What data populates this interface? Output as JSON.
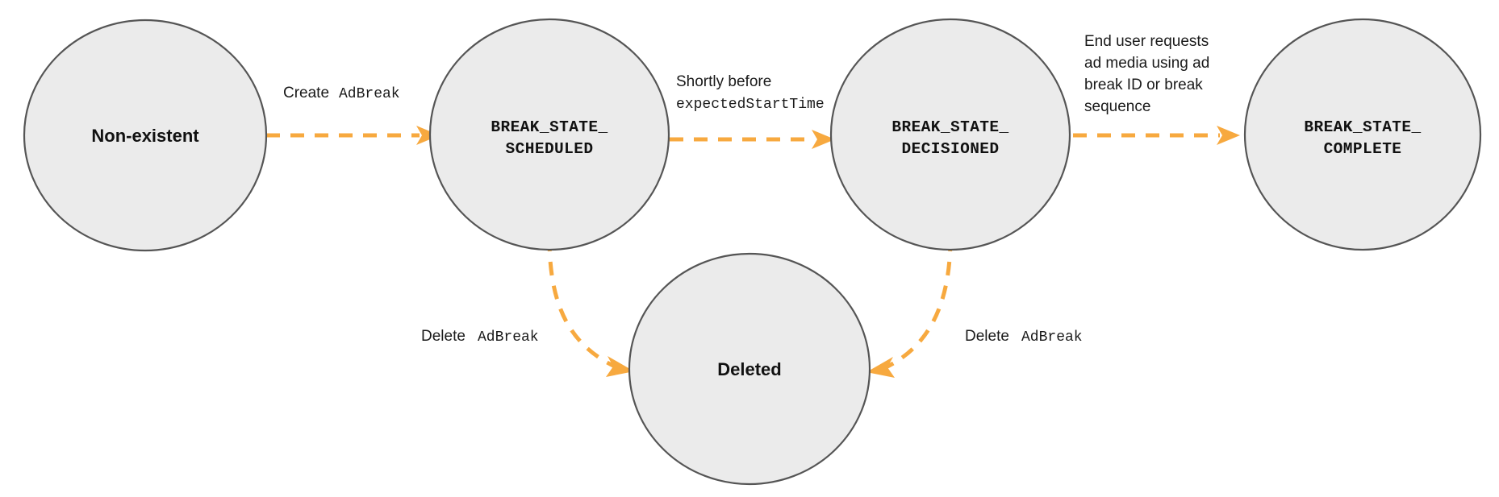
{
  "diagram": {
    "title": "AdBreak state transition diagram",
    "colors": {
      "node_fill": "#ebebeb",
      "node_stroke": "#555555",
      "edge": "#f7a93f",
      "text": "#111111",
      "background": "#ffffff"
    },
    "nodes": [
      {
        "id": "non-existent",
        "lines": [
          "Non-existent"
        ],
        "style": "sans"
      },
      {
        "id": "break-state-scheduled",
        "lines": [
          "BREAK_STATE_",
          "SCHEDULED"
        ],
        "style": "mono"
      },
      {
        "id": "break-state-decisioned",
        "lines": [
          "BREAK_STATE_",
          "DECISIONED"
        ],
        "style": "mono"
      },
      {
        "id": "break-state-complete",
        "lines": [
          "BREAK_STATE_",
          "COMPLETE"
        ],
        "style": "mono"
      },
      {
        "id": "deleted",
        "lines": [
          "Deleted"
        ],
        "style": "sans"
      }
    ],
    "edges": [
      {
        "id": "create-adbreak",
        "from": "non-existent",
        "to": "break-state-scheduled",
        "label_lines": [
          {
            "text": "Create ",
            "style": "sans"
          },
          {
            "text": "AdBreak",
            "style": "mono"
          }
        ]
      },
      {
        "id": "shortly-before-expectedstarttime",
        "from": "break-state-scheduled",
        "to": "break-state-decisioned",
        "label_lines": [
          {
            "text": "Shortly before",
            "style": "sans"
          },
          {
            "text": "expectedStartTime",
            "style": "mono"
          }
        ]
      },
      {
        "id": "end-user-requests-ad-media",
        "from": "break-state-decisioned",
        "to": "break-state-complete",
        "label_lines": [
          {
            "text": "End user requests",
            "style": "sans"
          },
          {
            "text": "ad media using ad",
            "style": "sans"
          },
          {
            "text": "break ID or break",
            "style": "sans"
          },
          {
            "text": "sequence",
            "style": "sans"
          }
        ]
      },
      {
        "id": "delete-adbreak-from-scheduled",
        "from": "break-state-scheduled",
        "to": "deleted",
        "label_lines": [
          {
            "text": "Delete ",
            "style": "sans"
          },
          {
            "text": "AdBreak",
            "style": "mono"
          }
        ]
      },
      {
        "id": "delete-adbreak-from-decisioned",
        "from": "break-state-decisioned",
        "to": "deleted",
        "label_lines": [
          {
            "text": "Delete ",
            "style": "sans"
          },
          {
            "text": "AdBreak",
            "style": "mono"
          }
        ]
      }
    ],
    "labels": {
      "node_non_existent_l1": "Non-existent",
      "node_scheduled_l1": "BREAK_STATE_",
      "node_scheduled_l2": "SCHEDULED",
      "node_decisioned_l1": "BREAK_STATE_",
      "node_decisioned_l2": "DECISIONED",
      "node_complete_l1": "BREAK_STATE_",
      "node_complete_l2": "COMPLETE",
      "node_deleted_l1": "Deleted",
      "edge_create_sans": "Create",
      "edge_create_mono": "AdBreak",
      "edge_shortly_l1": "Shortly before",
      "edge_shortly_l2": "expectedStartTime",
      "edge_enduser_l1": "End user requests",
      "edge_enduser_l2": "ad media using ad",
      "edge_enduser_l3": "break ID or break",
      "edge_enduser_l4": "sequence",
      "edge_delete_left_sans": "Delete",
      "edge_delete_left_mono": "AdBreak",
      "edge_delete_right_sans": "Delete",
      "edge_delete_right_mono": "AdBreak"
    }
  }
}
